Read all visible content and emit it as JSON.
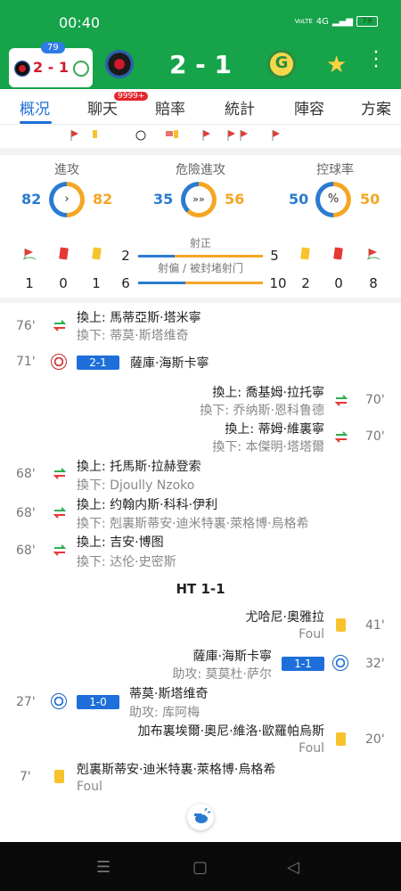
{
  "status": {
    "time": "00:40",
    "net": "VoLTE",
    "signal": "4G",
    "battery": "79"
  },
  "header": {
    "minute_badge": "79",
    "mini_score": "2 - 1",
    "score": "2 - 1"
  },
  "tabs": [
    {
      "label": "概况"
    },
    {
      "label": "聊天"
    },
    {
      "label": "賠率"
    },
    {
      "label": "統計"
    },
    {
      "label": "陣容"
    },
    {
      "label": "方案"
    }
  ],
  "chat_badge": "9999+",
  "stats": {
    "attack": {
      "title": "進攻",
      "home": "82",
      "away": "82",
      "home_pct": 50
    },
    "danger": {
      "title": "危險進攻",
      "home": "35",
      "away": "56",
      "home_pct": 38
    },
    "possession": {
      "title": "控球率",
      "home": "50",
      "away": "50",
      "home_pct": 50,
      "symbol": "%"
    },
    "home_corners": "1",
    "home_red": "0",
    "home_yellow": "1",
    "away_corners": "8",
    "away_red": "0",
    "away_yellow": "2",
    "shots_on": {
      "label": "射正",
      "home": "2",
      "away": "5",
      "home_frac": 0.29
    },
    "shots_off": {
      "label": "射偏 / 被封堵射门",
      "home": "6",
      "away": "10",
      "home_frac": 0.375
    }
  },
  "events": {
    "e1": {
      "minute": "76'",
      "in": "換上: 馬蒂亞斯·塔米寧",
      "out": "換下: 蒂莫·斯塔维奇"
    },
    "e2": {
      "minute": "71'",
      "score": "2-1",
      "player": "薩庫·海斯卡寧"
    },
    "e3": {
      "minute": "70'",
      "in": "換上: 喬基姆·拉托寧",
      "out": "換下: 乔纳斯·恩科鲁德"
    },
    "e4": {
      "minute": "70'",
      "in": "換上: 蒂姆·維裏寧",
      "out": "換下: 本傑明·塔塔爾"
    },
    "e5": {
      "minute": "68'",
      "in": "換上: 托馬斯·拉赫登索",
      "out": "換下: Djoully Nzoko"
    },
    "e6": {
      "minute": "68'",
      "in": "換上: 约翰内斯·科科·伊利",
      "out": "換下: 剋裏斯蒂安·迪米特裏·萊格博·烏格希"
    },
    "e7": {
      "minute": "68'",
      "in": "換上: 吉安·博图",
      "out": "換下: 达伦·史密斯"
    },
    "ht": "HT 1-1",
    "e8": {
      "minute": "41'",
      "player": "尤哈尼·奧雅拉",
      "detail": "Foul"
    },
    "e9": {
      "minute": "32'",
      "score": "1-1",
      "player": "薩庫·海斯卡寧",
      "assist": "助攻: 莫莫杜·萨尔"
    },
    "e10": {
      "minute": "27'",
      "score": "1-0",
      "player": "蒂莫·斯塔维奇",
      "assist": "助攻: 库阿梅"
    },
    "e11": {
      "minute": "20'",
      "player": "加布裏埃爾·奧尼·維洛·歐羅帕烏斯",
      "detail": "Foul"
    },
    "e12": {
      "minute": "7'",
      "player": "剋裏斯蒂安·迪米特裏·萊格博·烏格希",
      "detail": "Foul"
    }
  },
  "colors": {
    "header_green": "#16a34a",
    "home_blue": "#2a7bd0",
    "away_orange": "#f5a623",
    "pill_blue": "#1e6fd9"
  }
}
